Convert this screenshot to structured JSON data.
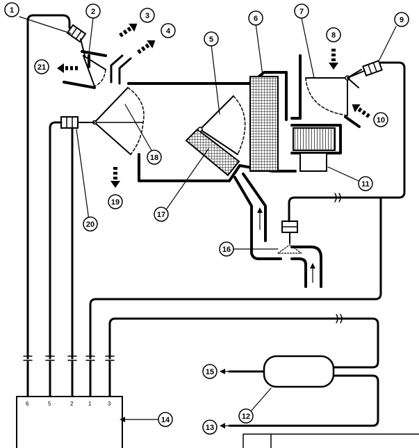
{
  "callouts": [
    "1",
    "2",
    "3",
    "4",
    "5",
    "6",
    "7",
    "8",
    "9",
    "10",
    "11",
    "12",
    "13",
    "14",
    "15",
    "16",
    "17",
    "18",
    "19",
    "20",
    "21"
  ],
  "module_pins": [
    "6",
    "5",
    "2",
    "1",
    "3"
  ],
  "colors": {
    "ink": "#000000",
    "paper": "#ffffff"
  }
}
